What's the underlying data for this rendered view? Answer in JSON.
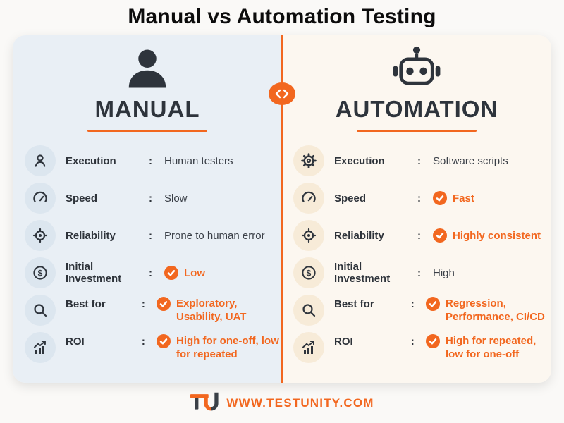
{
  "title": "Manual vs Automation Testing",
  "ui": {
    "colon": ":"
  },
  "divider": {
    "icon": "code-arrows"
  },
  "panels": {
    "manual": {
      "heading": "MANUAL",
      "head_icon": "person",
      "rows": [
        {
          "icon": "user",
          "label": "Execution",
          "value": "Human testers",
          "checked": false
        },
        {
          "icon": "speedometer",
          "label": "Speed",
          "value": "Slow",
          "checked": false
        },
        {
          "icon": "target",
          "label": "Reliability",
          "value": "Prone to human error",
          "checked": false
        },
        {
          "icon": "dollar",
          "label": "Initial Investment",
          "value": "Low",
          "checked": true
        },
        {
          "icon": "magnifier",
          "label": "Best for",
          "value": "Exploratory, Usability, UAT",
          "checked": true
        },
        {
          "icon": "chart",
          "label": "ROI",
          "value": "High for one-off, low for repeated",
          "checked": true
        }
      ]
    },
    "automation": {
      "heading": "AUTOMATION",
      "head_icon": "robot",
      "rows": [
        {
          "icon": "gear",
          "label": "Execution",
          "value": "Software scripts",
          "checked": false
        },
        {
          "icon": "speedometer",
          "label": "Speed",
          "value": "Fast",
          "checked": true
        },
        {
          "icon": "target",
          "label": "Reliability",
          "value": "Highly consistent",
          "checked": true
        },
        {
          "icon": "dollar",
          "label": "Initial Investment",
          "value": "High",
          "checked": false
        },
        {
          "icon": "magnifier",
          "label": "Best for",
          "value": "Regression, Performance, CI/CD",
          "checked": true
        },
        {
          "icon": "chart",
          "label": "ROI",
          "value": "High for repeated, low for one-off",
          "checked": true
        }
      ]
    }
  },
  "footer": {
    "logo_text": "TU",
    "url": "WWW.TESTUNITY.COM"
  },
  "colors": {
    "accent": "#f2671f",
    "dark": "#2e343c",
    "manual_bg": "#e9eff5",
    "manual_circle": "#dce6ef",
    "automation_bg": "#fcf7f0",
    "automation_circle": "#f7ebd8"
  }
}
